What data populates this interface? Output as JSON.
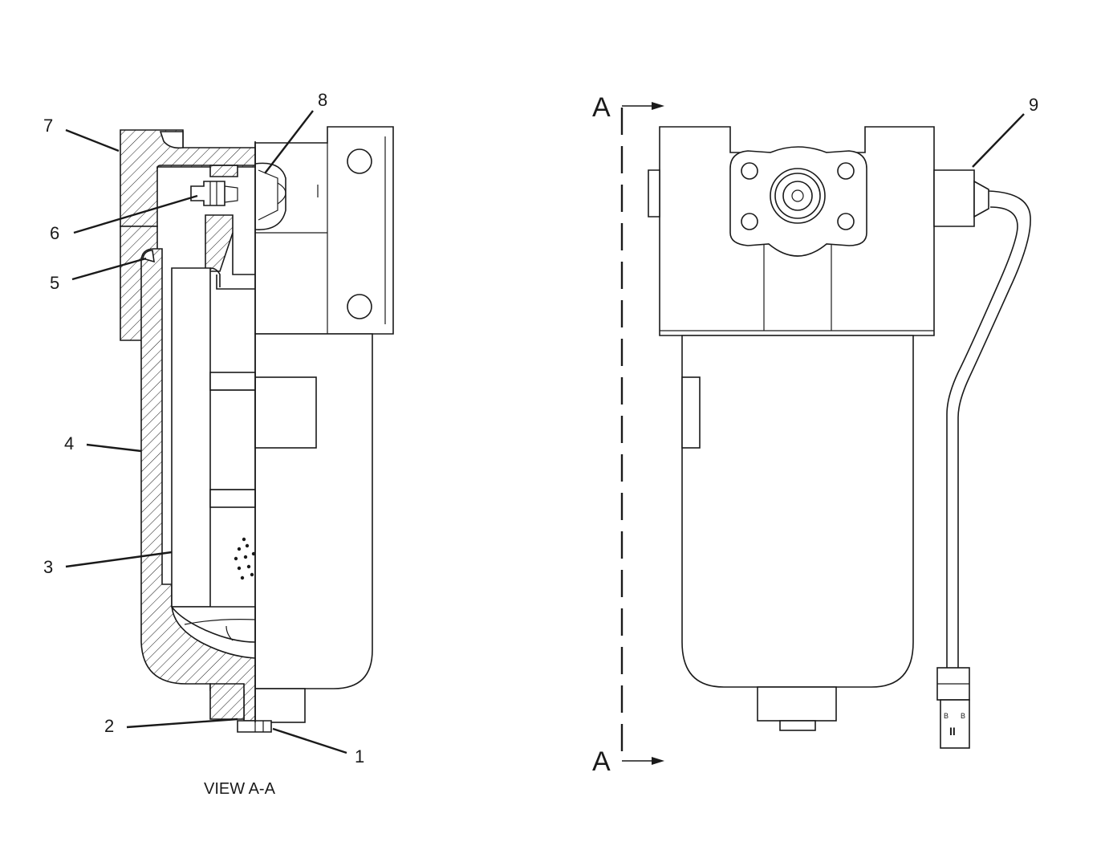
{
  "callouts": {
    "c1": "1",
    "c2": "2",
    "c3": "3",
    "c4": "4",
    "c5": "5",
    "c6": "6",
    "c7": "7",
    "c8": "8",
    "c9": "9"
  },
  "section_marker": {
    "top": "A",
    "bottom": "A"
  },
  "view_caption": "VIEW A-A",
  "connector_marks": {
    "left_pin": "B",
    "right_pin": "B",
    "base": "II"
  }
}
